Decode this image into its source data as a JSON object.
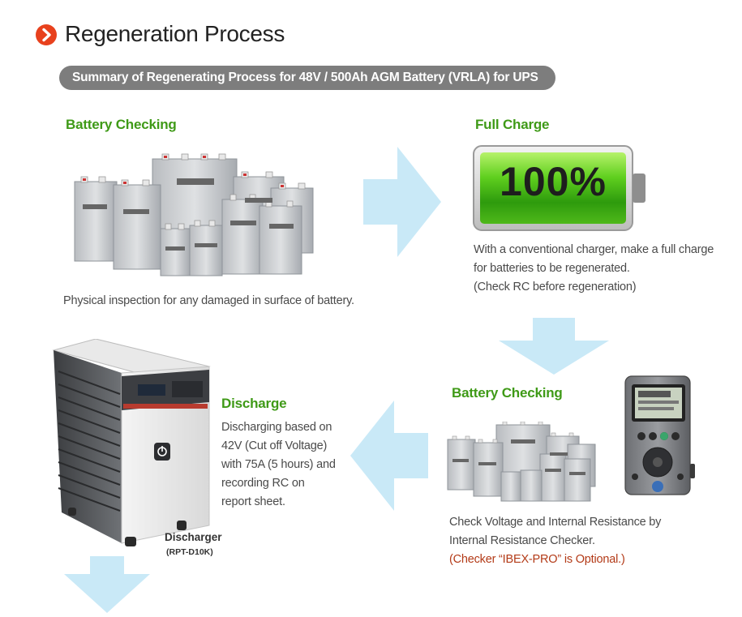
{
  "header": {
    "title": "Regeneration Process",
    "icon": "chevron-right-circle-icon",
    "icon_color": "#e8411d"
  },
  "summary": "Summary of Regenerating Process for 48V / 500Ah AGM Battery (VRLA) for UPS",
  "steps": {
    "battery_checking_1": {
      "heading": "Battery Checking",
      "description": "Physical inspection for any damaged in surface of battery."
    },
    "full_charge": {
      "heading": "Full Charge",
      "battery_label": "100%",
      "lines": [
        "With a conventional charger, make a full charge",
        "for batteries to be regenerated.",
        "(Check RC before regeneration)"
      ]
    },
    "battery_checking_2": {
      "heading": "Battery Checking",
      "lines": [
        "Check Voltage and Internal Resistance by",
        "Internal Resistance Checker."
      ],
      "note": "(Checker “IBEX-PRO” is Optional.)"
    },
    "discharge": {
      "heading": "Discharge",
      "lines": [
        "Discharging based on",
        "42V (Cut off Voltage)",
        "with 75A (5 hours) and",
        "recording RC on",
        "report sheet."
      ],
      "device_name": "Discharger",
      "device_model": "(RPT-D10K)"
    }
  },
  "colors": {
    "heading_green": "#3f9a17",
    "arrow_blue": "#c9e9f7",
    "pill_gray": "#7d7d7d",
    "note_red": "#b33a17"
  }
}
